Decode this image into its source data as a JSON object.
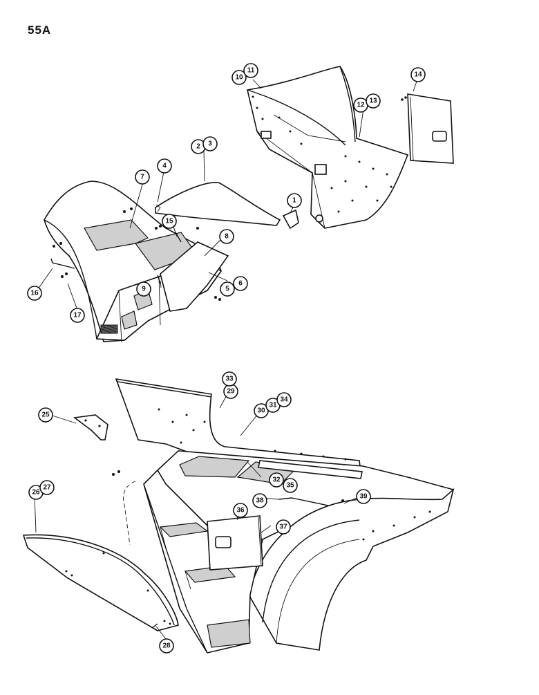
{
  "page": {
    "number": "55A"
  },
  "callouts": {
    "c1": "1",
    "c2": "2",
    "c3": "3",
    "c4": "4",
    "c5": "5",
    "c6": "6",
    "c7": "7",
    "c8": "8",
    "c9": "9",
    "c10": "10",
    "c11": "11",
    "c12": "12",
    "c13": "13",
    "c14": "14",
    "c15": "15",
    "c16": "16",
    "c17": "17",
    "c25": "25",
    "c26": "26",
    "c27": "27",
    "c28": "28",
    "c29": "29",
    "c30": "30",
    "c31": "31",
    "c32": "32",
    "c33": "33",
    "c34": "34",
    "c35": "35",
    "c36": "36",
    "c37": "37",
    "c38": "38",
    "c39": "39"
  },
  "colors": {
    "ink": "#111111",
    "paper": "#ffffff",
    "shade": "#cfcfcf"
  }
}
